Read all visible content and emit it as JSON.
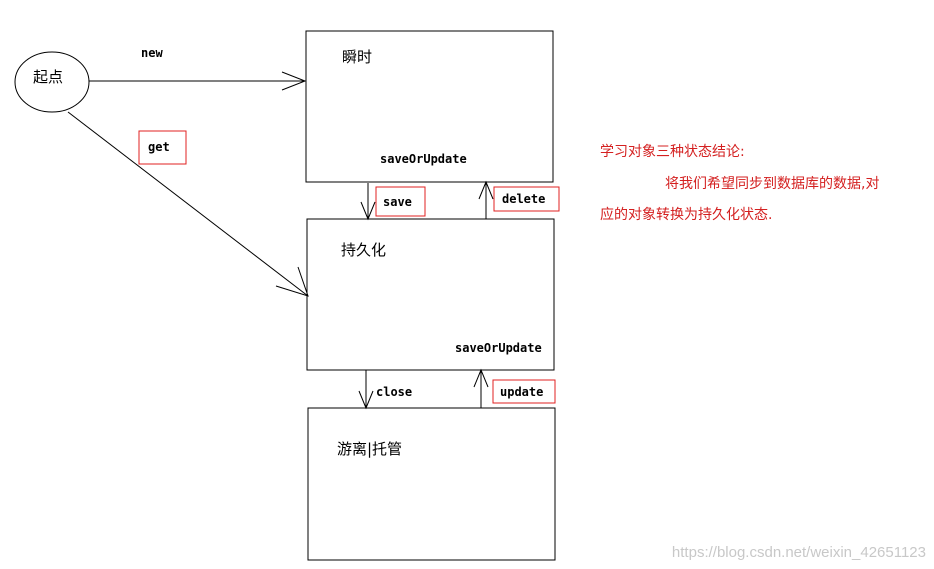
{
  "nodes": {
    "start": "起点",
    "transient": "瞬时",
    "persistent": "持久化",
    "detached": "游离|托管"
  },
  "labels": {
    "new": "new",
    "get": "get",
    "transient_saveOrUpdate": "saveOrUpdate",
    "save": "save",
    "delete": "delete",
    "persistent_saveOrUpdate": "saveOrUpdate",
    "close": "close",
    "update": "update"
  },
  "conclusion": {
    "title": "学习对象三种状态结论:",
    "line1": "将我们希望同步到数据库的数据,对",
    "line2": "应的对象转换为持久化状态."
  },
  "watermark": "https://blog.csdn.net/weixin_42651123",
  "colors": {
    "stroke": "#000000",
    "highlight_box": "#e02020",
    "conclusion_text": "#d42020"
  }
}
